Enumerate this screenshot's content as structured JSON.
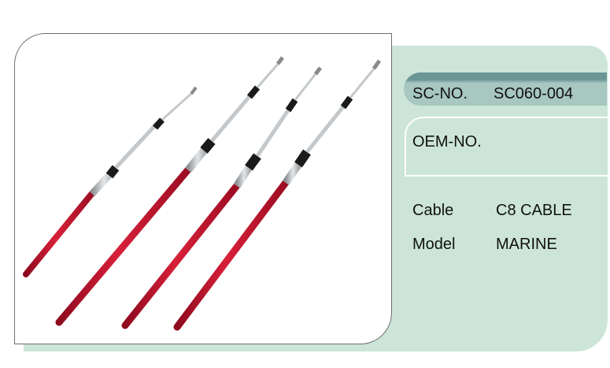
{
  "header": {
    "sc_label": "SC-NO.",
    "sc_value": "SC060-004"
  },
  "oem": {
    "label": "OEM-NO.",
    "value": ""
  },
  "specs": [
    {
      "label": "Cable",
      "value": "C8 CABLE"
    },
    {
      "label": "Model",
      "value": "MARINE"
    }
  ],
  "colors": {
    "backdrop": "#cce5d8",
    "header_bar": "#a7c7c0",
    "header_stripe": "#6a9696",
    "conduit_red": "#c8102e",
    "sleeve_black": "#1a1a1a",
    "rod_silver": "#b8bcc0"
  }
}
